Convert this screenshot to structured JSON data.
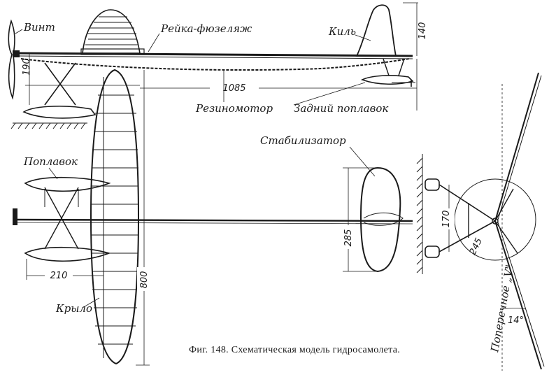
{
  "labels": {
    "propeller": "Винт",
    "fuselage_stick": "Рейка-фюзеляж",
    "fin": "Киль",
    "rubber_motor": "Резиномотор",
    "rear_float": "Задний поплавок",
    "stabilizer": "Стабилизатор",
    "float": "Поплавок",
    "wing": "Крыло",
    "dihedral": "Поперечное „V\""
  },
  "dimensions": {
    "fin_height": "140",
    "float_height": "190",
    "total_length": "1085",
    "stabilizer_span": "285",
    "float_spacing": "210",
    "wing_span": "800",
    "float_track": "170",
    "float_diagonal": "245",
    "dihedral_angle": "14°"
  },
  "caption": "Фиг. 148. Схематическая модель гидросамолета."
}
